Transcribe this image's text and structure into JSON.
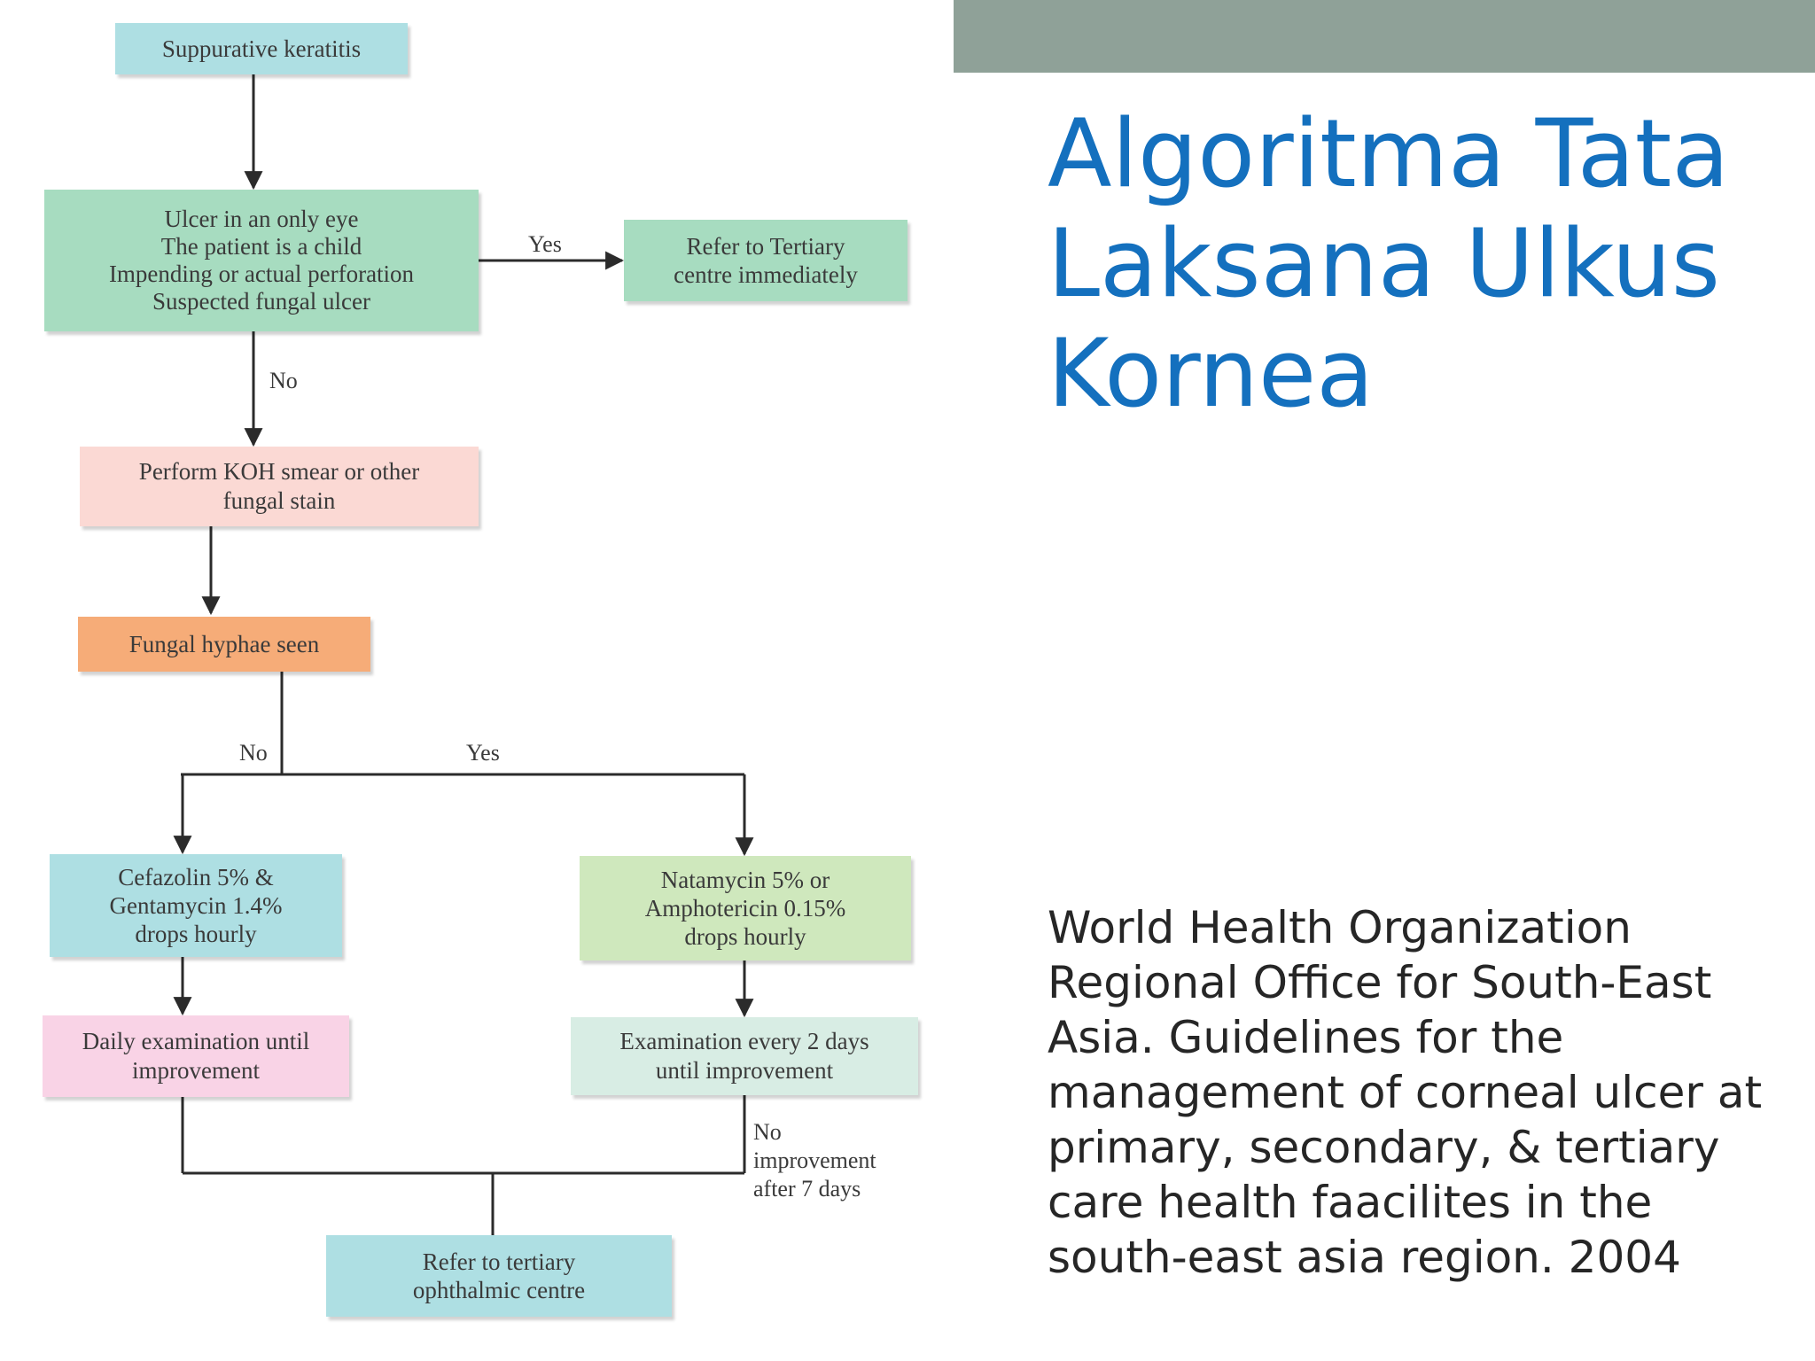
{
  "slide": {
    "title": "Algoritma Tata Laksana Ulkus Kornea",
    "citation": "World Health Organization Regional Office for South-East Asia. Guidelines for the management of corneal ulcer at primary, secondary, & tertiary care health faacilites in the south-east asia region. 2004"
  },
  "colors": {
    "accent_bar": "#8fa198",
    "title": "#1470be",
    "teal_box": "#aedfe3",
    "green_box": "#a7dcc0",
    "pink_box": "#fbd9d4",
    "orange_box": "#f6ac78",
    "lime_box": "#cfe8bd",
    "magenta_box": "#f9d3e6",
    "pale_green_box": "#d8ede4"
  },
  "flowchart": {
    "nodes": {
      "suppurative": "Suppurative keratitis",
      "criteria": "Ulcer in an only eye\nThe patient is a child\nImpending or actual perforation\nSuspected fungal ulcer",
      "refer_immediately": "Refer to Tertiary\ncentre immediately",
      "koh_smear": "Perform KOH smear or other\nfungal stain",
      "hyphae_seen": "Fungal hyphae seen",
      "antibacterial": "Cefazolin 5% &\nGentamycin 1.4%\ndrops hourly",
      "antifungal": "Natamycin 5% or\nAmphotericin 0.15%\ndrops hourly",
      "daily_exam": "Daily examination until\nimprovement",
      "exam_2_days": "Examination every 2 days\nuntil improvement",
      "refer_tertiary": "Refer to tertiary\nophthalmic centre"
    },
    "labels": {
      "criteria_yes": "Yes",
      "criteria_no": "No",
      "hyphae_no": "No",
      "hyphae_yes": "Yes",
      "no_improvement": "No\nimprovement\nafter 7 days"
    }
  }
}
